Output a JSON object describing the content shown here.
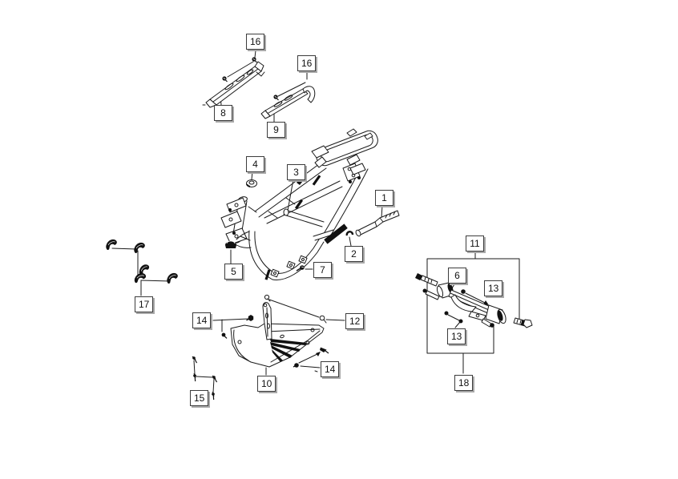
{
  "figure": {
    "kind": "exploded-parts-diagram",
    "background_color": "#ffffff",
    "line_color": "#1a1a1a",
    "label_box_bg": "#ffffff",
    "label_box_border": "#3c3c3c",
    "label_box_shadow": "#a8a8a8",
    "part_numbers_visible": [
      "1",
      "2",
      "3",
      "4",
      "5",
      "6",
      "7",
      "8",
      "9",
      "10",
      "11",
      "12",
      "13",
      "14",
      "15",
      "16",
      "17",
      "18"
    ]
  },
  "callouts": [
    {
      "id": "16-a",
      "label": "16"
    },
    {
      "id": "16-b",
      "label": "16"
    },
    {
      "id": "8",
      "label": "8"
    },
    {
      "id": "9",
      "label": "9"
    },
    {
      "id": "4",
      "label": "4"
    },
    {
      "id": "3",
      "label": "3"
    },
    {
      "id": "1",
      "label": "1"
    },
    {
      "id": "2",
      "label": "2"
    },
    {
      "id": "5",
      "label": "5"
    },
    {
      "id": "7",
      "label": "7"
    },
    {
      "id": "17",
      "label": "17"
    },
    {
      "id": "14-a",
      "label": "14"
    },
    {
      "id": "12",
      "label": "12"
    },
    {
      "id": "10",
      "label": "10"
    },
    {
      "id": "14-b",
      "label": "14"
    },
    {
      "id": "15",
      "label": "15"
    },
    {
      "id": "11",
      "label": "11"
    },
    {
      "id": "6",
      "label": "6"
    },
    {
      "id": "13-a",
      "label": "13"
    },
    {
      "id": "13-b",
      "label": "13"
    },
    {
      "id": "18",
      "label": "18"
    }
  ]
}
